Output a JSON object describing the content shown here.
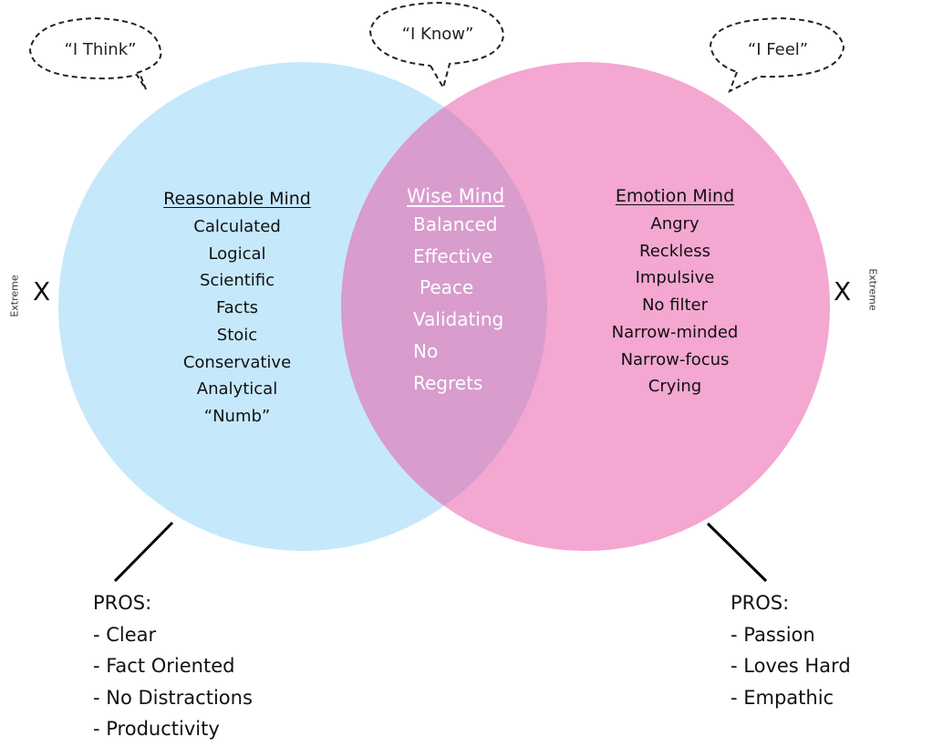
{
  "colors": {
    "reasonable_circle": "#c6e8fb",
    "emotion_circle": "#f3a7d1",
    "overlap": "#d89ccd",
    "text": "#111111",
    "wise_text": "#ffffff"
  },
  "bubbles": {
    "think": "“I Think”",
    "know": "“I Know”",
    "feel": "“I Feel”"
  },
  "reasonable": {
    "title": "Reasonable Mind",
    "items": [
      "Calculated",
      "Logical",
      "Scientific",
      "Facts",
      "Stoic",
      "Conservative",
      "Analytical",
      "“Numb”"
    ]
  },
  "wise": {
    "title": "Wise Mind",
    "items": [
      "Balanced",
      "Effective",
      "Peace",
      "Validating",
      "No",
      "Regrets"
    ]
  },
  "emotion": {
    "title": "Emotion Mind",
    "items": [
      "Angry",
      "Reckless",
      "Impulsive",
      "No filter",
      "Narrow-minded",
      "Narrow-focus",
      "Crying"
    ]
  },
  "extremes": {
    "left_mark": "X",
    "left_label": "Extreme",
    "right_mark": "X",
    "right_label": "Extreme"
  },
  "pros_left": {
    "title": "PROS:",
    "items": [
      "- Clear",
      "- Fact Oriented",
      "- No Distractions",
      "- Productivity"
    ]
  },
  "pros_right": {
    "title": "PROS:",
    "items": [
      "- Passion",
      "- Loves Hard",
      "- Empathic"
    ]
  }
}
